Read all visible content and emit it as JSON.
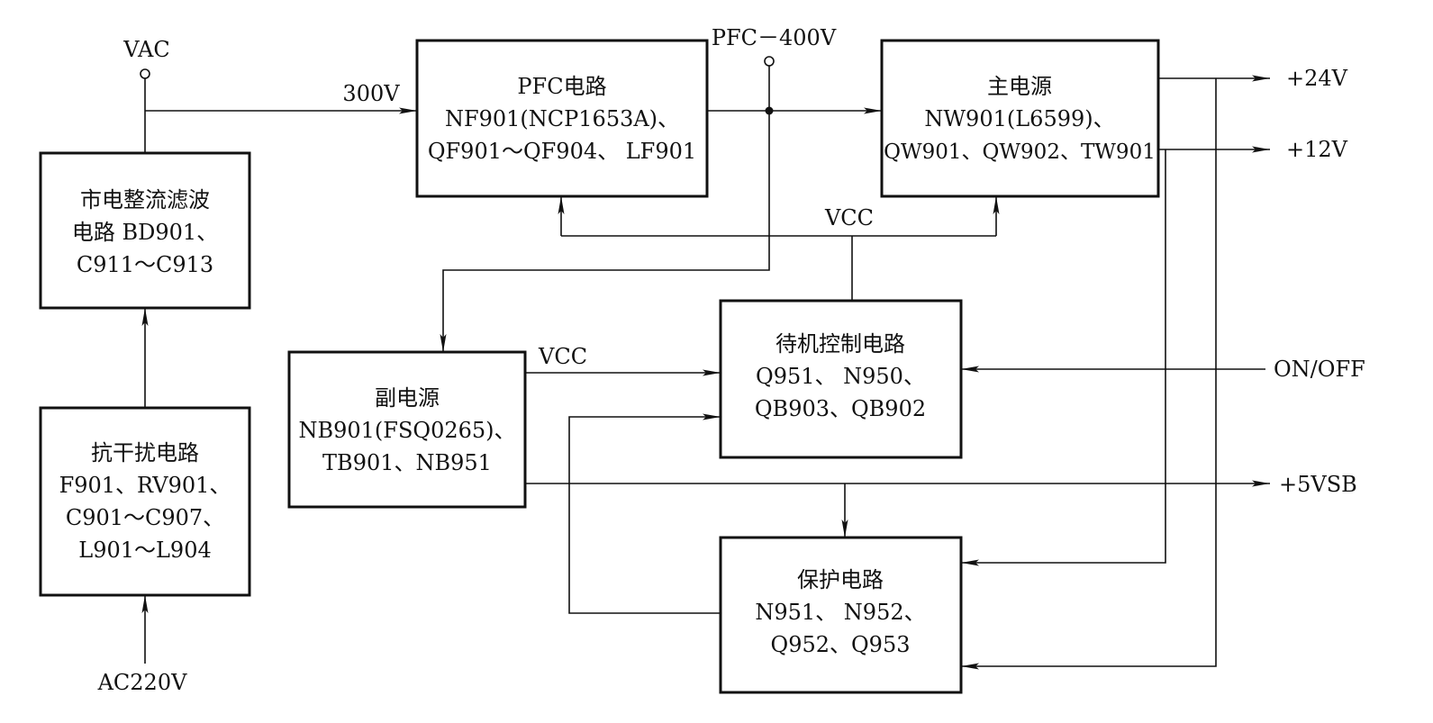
{
  "blocks": {
    "rectifier": {
      "lines": [
        "市电整流滤波",
        "电路 BD901、",
        "C911～C913"
      ]
    },
    "emi": {
      "lines": [
        "抗干扰电路",
        "F901、RV901、",
        "C901～C907、",
        "L901～L904"
      ]
    },
    "pfc": {
      "lines": [
        "PFC电路",
        "NF901(NCP1653A)、",
        "QF901～QF904、 LF901"
      ]
    },
    "main": {
      "lines": [
        "主电源",
        "NW901(L6599)、",
        "QW901、QW902、TW901"
      ]
    },
    "standby_ctrl": {
      "lines": [
        "待机控制电路",
        "Q951、 N950、",
        "QB903、QB902"
      ]
    },
    "aux": {
      "lines": [
        "副电源",
        "NB901(FSQ0265)、",
        "TB901、NB951"
      ]
    },
    "protect": {
      "lines": [
        "保护电路",
        "N951、 N952、",
        "Q952、Q953"
      ]
    }
  },
  "labels": {
    "vac": "VAC",
    "v300": "300V",
    "pfc400": "PFC－400V",
    "vcc_top": "VCC",
    "vcc_aux": "VCC",
    "out24": "+24V",
    "out12": "+12V",
    "onoff": "ON/OFF",
    "out5vsb": "+5VSB",
    "ac220": "AC220V"
  },
  "colors": {
    "line": "#111111",
    "background": "#ffffff"
  }
}
